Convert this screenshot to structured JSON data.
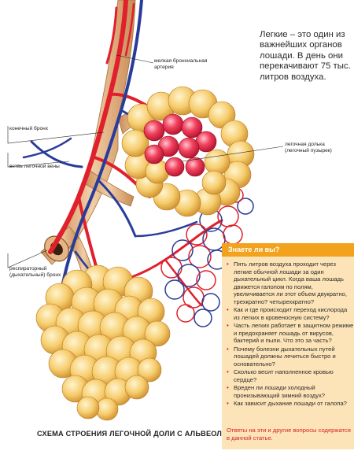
{
  "intro_text": "Легкие – это один из важнейших органов лошади. В день они перекачивают 75 тыс. литров воздуха.",
  "labels": {
    "artery": "мелкая бронхиальная артерия",
    "terminal_bronchus": "конечный бронх",
    "vein_branch": "ветвь легочной вены",
    "lobule": "легочная долька (легочный пузырек)",
    "resp_bronchus": "респираторный (дыхательный) бронх"
  },
  "caption": "СХЕМА СТРОЕНИЯ ЛЕГОЧНОЙ ДОЛИ С АЛЬВЕОЛОЙ",
  "panel": {
    "title": "Знаете ли вы?",
    "items": [
      "Пять литров воздуха проходит через легкие обычной лошади за один дыхательный цикл. Когда ваша лошадь движется галопом по полям, увеличивается ли этот объем двукратно, трехкратно? четырехкратно?",
      "Как и где происходит переход кислорода из легких  в кровеносную систему?",
      "Часть легких работает в защитном режиме и предохраняет лошадь от вирусов, бактерий и пыли. Что это за часть?",
      "Почему болезни дыхательных путей лошадей должны лечиться быстро и основательно?",
      "Сколько весит наполненное кровью сердце?",
      "Вреден ли лошади холодный пронизывающий зимний воздух?",
      "Как зависит дыхание лошади от галопа?"
    ],
    "footer": "Ответы на эти и другие вопросы содержатся в данной статье."
  },
  "colors": {
    "accent": "#f2a21c",
    "panel_bg": "#fde4b8",
    "artery_red": "#e0202c",
    "vein_blue": "#2a3c9a",
    "alveoli_yellow": "#f6cd6e",
    "bronchus_tan": "#e9b98a"
  }
}
